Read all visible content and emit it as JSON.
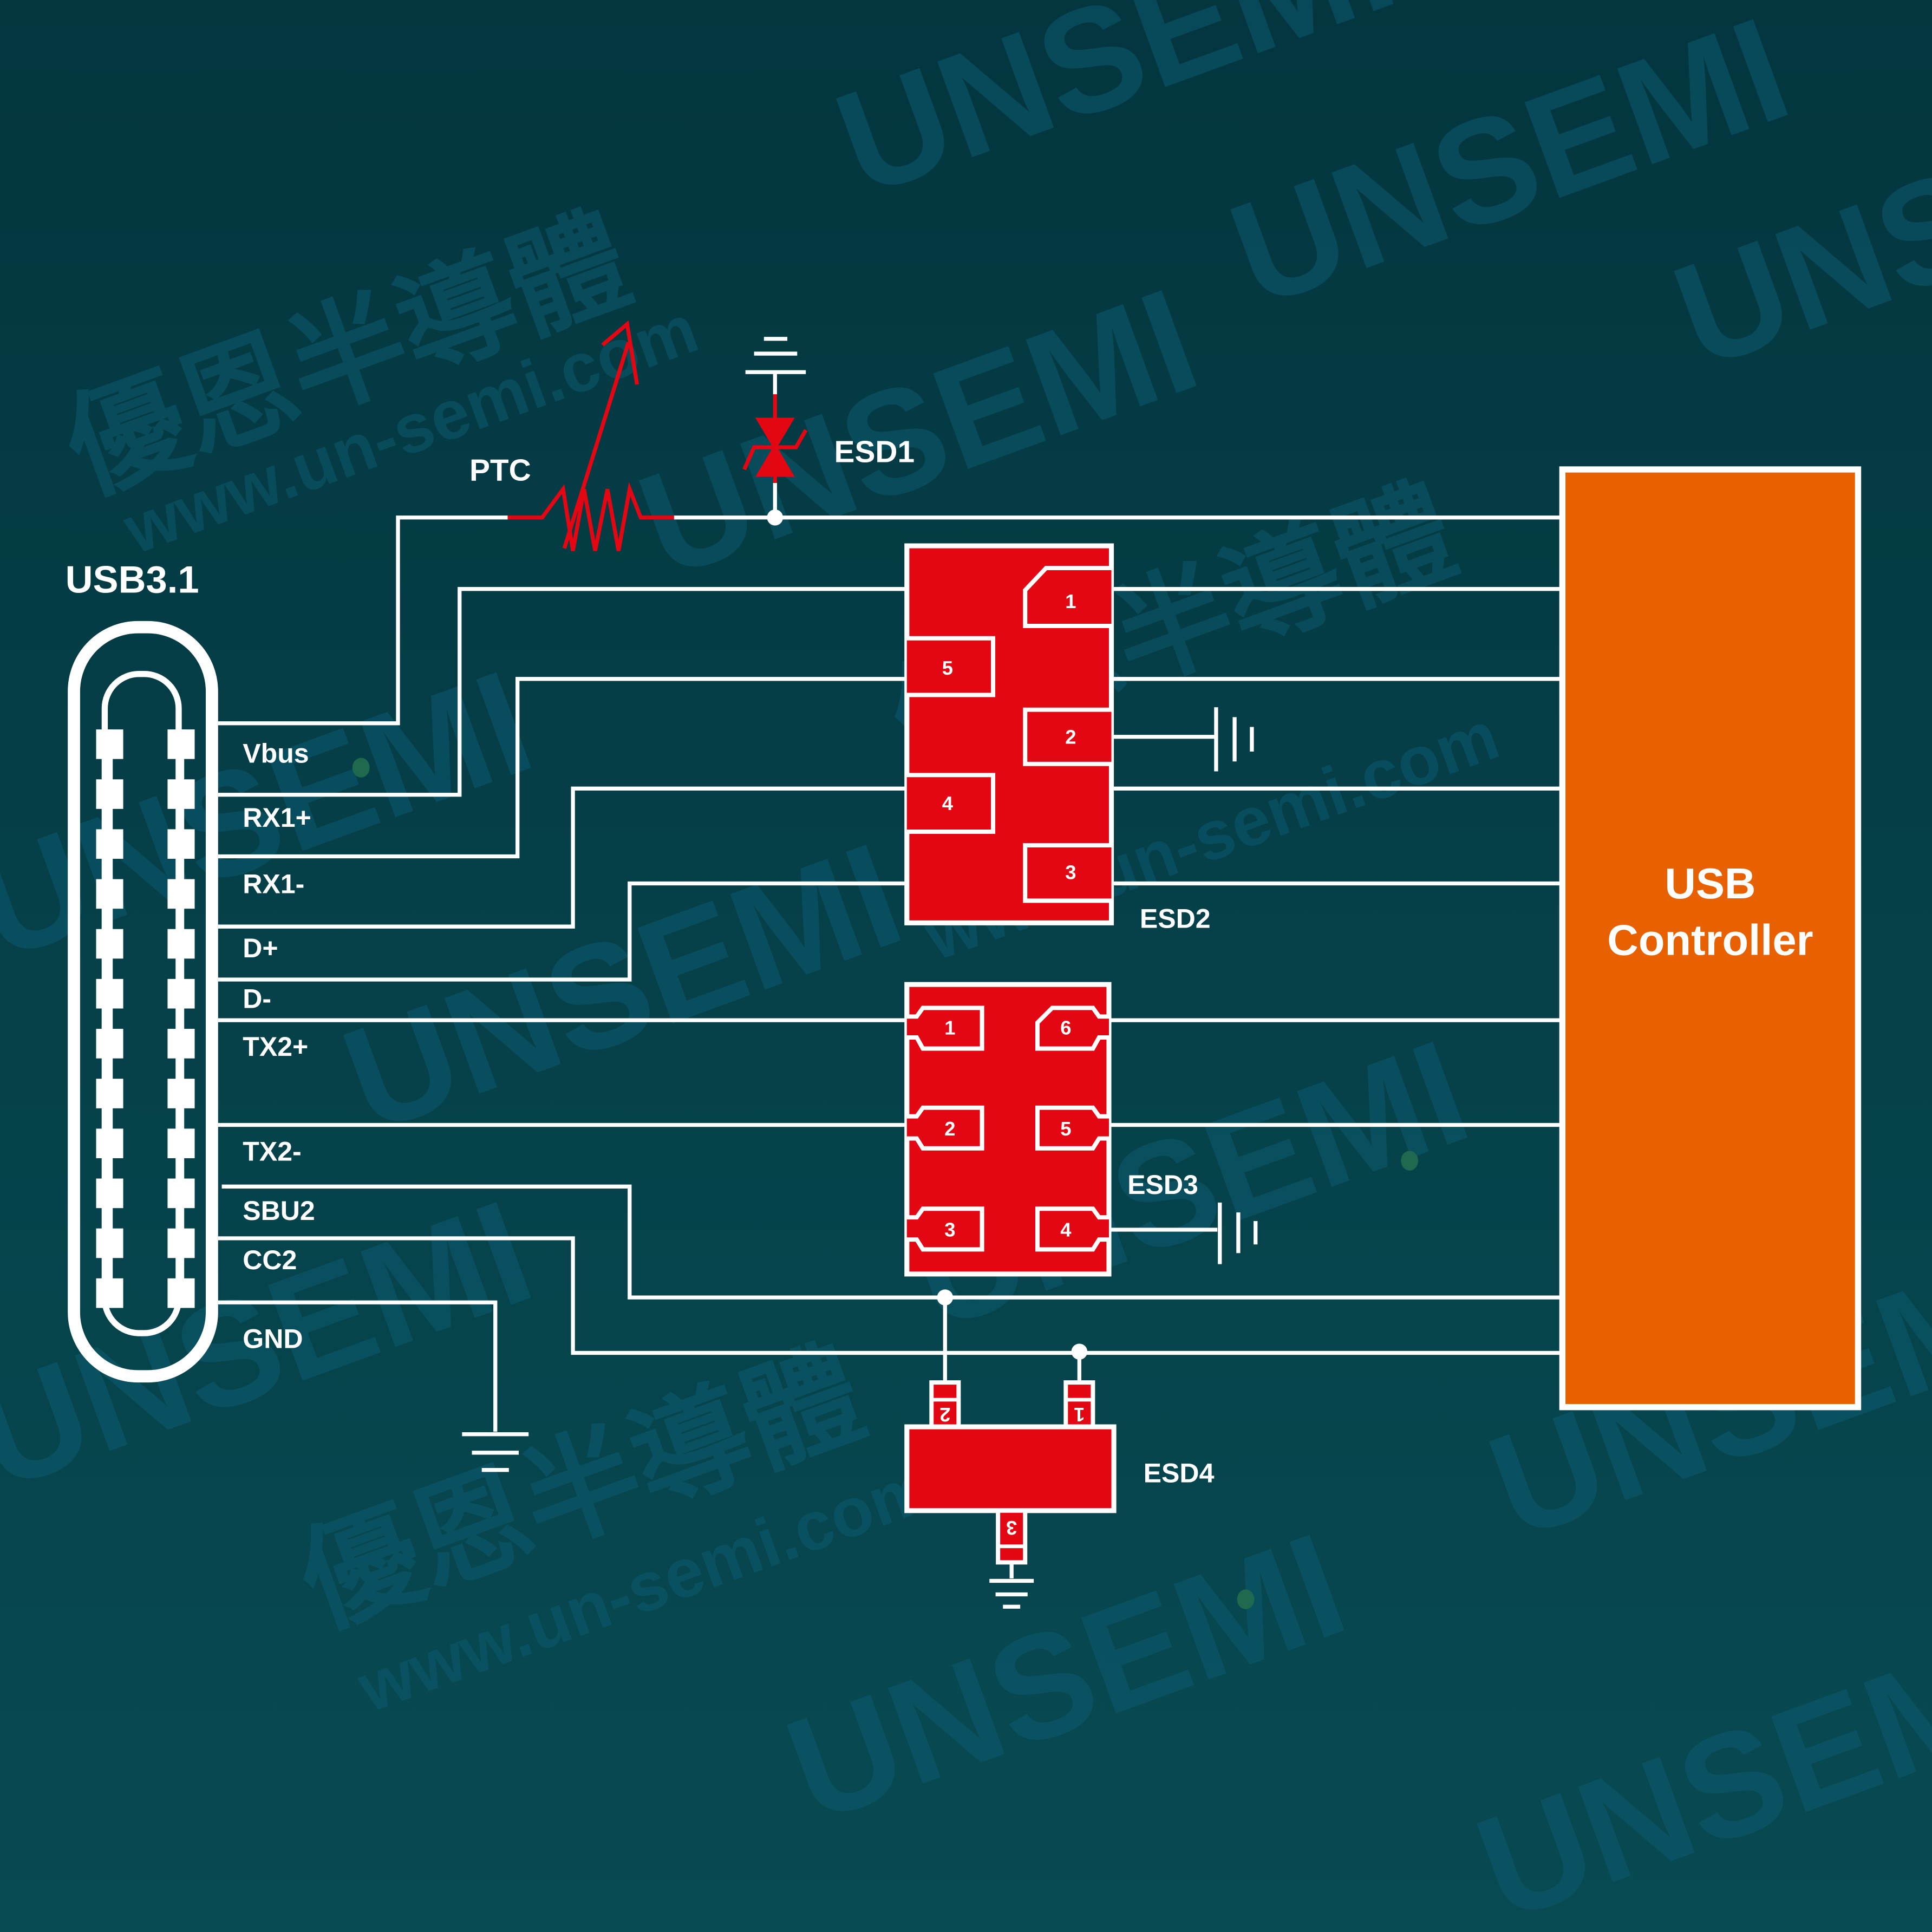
{
  "colors": {
    "background_top": "#03363f",
    "background_bottom": "#084a52",
    "wire": "#ffffff",
    "esd_red": "#e30613",
    "controller_orange": "#e86100",
    "watermark": "#0c5a70",
    "watermark_dot": "#1f6a4f"
  },
  "connector": {
    "title": "USB3.1",
    "pins": [
      {
        "label": "Vbus"
      },
      {
        "label": "RX1+"
      },
      {
        "label": "RX1-"
      },
      {
        "label": "D+"
      },
      {
        "label": "D-"
      },
      {
        "label": "TX2+"
      },
      {
        "label": "TX2-"
      },
      {
        "label": "SBU2"
      },
      {
        "label": "CC2"
      },
      {
        "label": "GND"
      }
    ]
  },
  "components": {
    "ptc": {
      "label": "PTC"
    },
    "esd1": {
      "label": "ESD1"
    },
    "esd2": {
      "label": "ESD2",
      "pins": [
        "1",
        "5",
        "2",
        "4",
        "3"
      ]
    },
    "esd3": {
      "label": "ESD3",
      "pins": [
        "1",
        "6",
        "2",
        "5",
        "3",
        "4"
      ]
    },
    "esd4": {
      "label": "ESD4",
      "pins": [
        "2",
        "1",
        "3"
      ]
    }
  },
  "controller": {
    "line1": "USB",
    "line2": "Controller"
  },
  "watermarks": {
    "brand": "UNSEMI",
    "chinese": "優恩半導體",
    "url": "www.un-semi.com"
  }
}
